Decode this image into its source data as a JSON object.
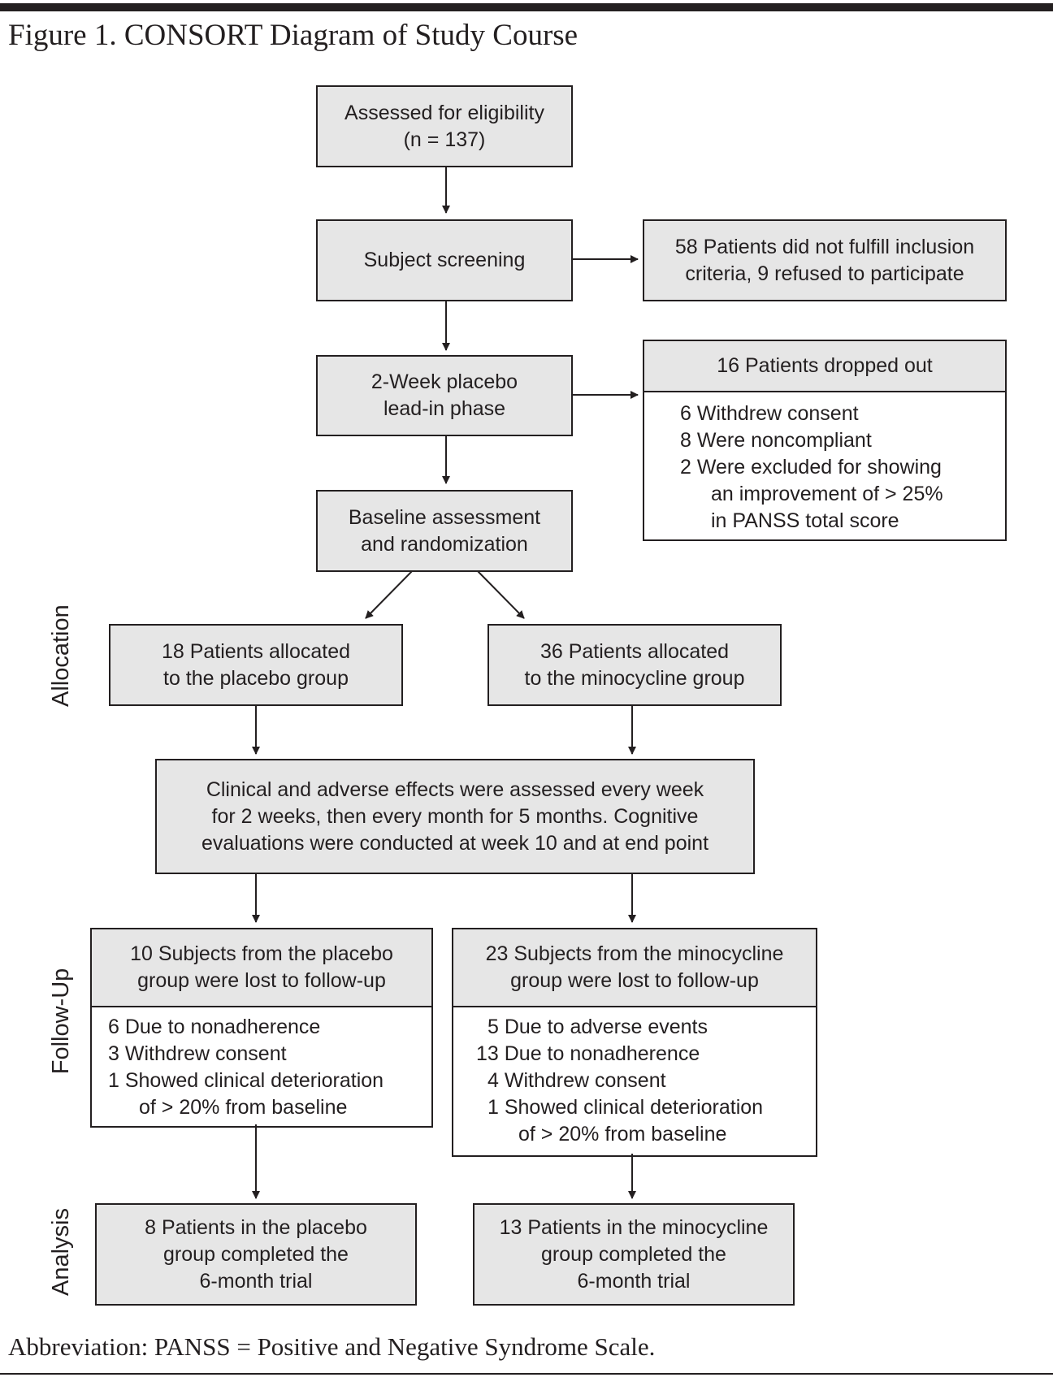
{
  "figure_title": "Figure 1. CONSORT Diagram of Study Course",
  "abbreviation": "Abbreviation: PANSS = Positive and Negative Syndrome Scale.",
  "side_labels": {
    "allocation": "Allocation",
    "follow_up": "Follow-Up",
    "analysis": "Analysis"
  },
  "boxes": {
    "eligibility": [
      "Assessed for eligibility",
      "(n = 137)"
    ],
    "screening": [
      "Subject screening"
    ],
    "excluded_screening": [
      "58 Patients did not fulfill inclusion",
      "criteria, 9 refused to participate"
    ],
    "lead_in": [
      "2-Week placebo",
      "lead-in phase"
    ],
    "dropped_out": {
      "title": "16 Patients dropped out",
      "items": [
        "6 Withdrew consent",
        "8 Were noncompliant",
        "2 Were excluded for showing",
        "an improvement of > 25%",
        "in PANSS total score"
      ]
    },
    "baseline": [
      "Baseline assessment",
      "and randomization"
    ],
    "placebo_alloc": [
      "18 Patients allocated",
      "to the placebo group"
    ],
    "mino_alloc": [
      "36 Patients allocated",
      "to the minocycline group"
    ],
    "assessment": [
      "Clinical and adverse effects were assessed every week",
      "for 2 weeks, then every month for 5 months. Cognitive",
      "evaluations were conducted at week 10 and at end point"
    ],
    "placebo_lost": {
      "title": [
        "10 Subjects from the placebo",
        "group were lost to follow-up"
      ],
      "items": [
        "6 Due to nonadherence",
        "3 Withdrew consent",
        "1 Showed clinical deterioration",
        "of > 20% from baseline"
      ]
    },
    "mino_lost": {
      "title": [
        "23 Subjects from the minocycline",
        "group were lost to follow-up"
      ],
      "items": [
        "5 Due to adverse events",
        "13 Due to nonadherence",
        "4 Withdrew consent",
        "1 Showed clinical deterioration",
        "of > 20% from baseline"
      ]
    },
    "placebo_analysis": [
      "8 Patients in the placebo",
      "group completed the",
      "6-month trial"
    ],
    "mino_analysis": [
      "13 Patients in the minocycline",
      "group completed the",
      "6-month trial"
    ]
  },
  "colors": {
    "box_fill": "#e6e6e6",
    "ink": "#231f20"
  }
}
